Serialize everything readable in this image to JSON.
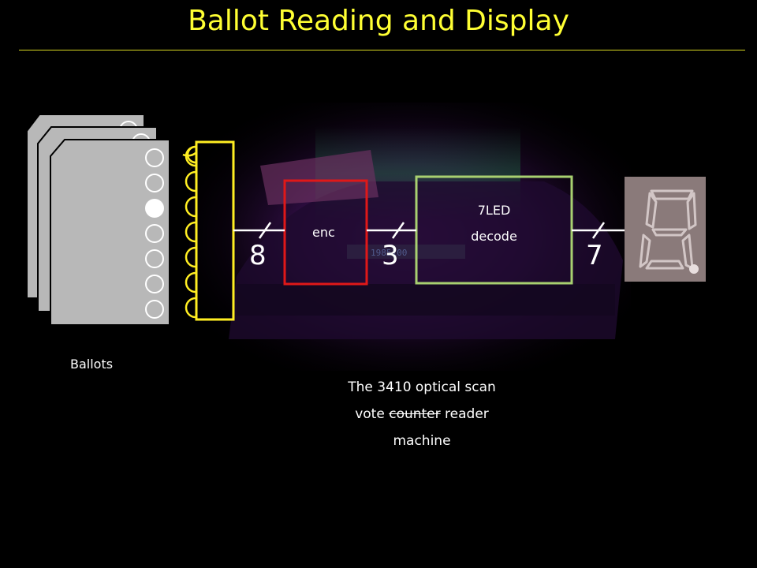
{
  "title": "Ballot Reading and Display",
  "labels": {
    "ballots": "Ballots",
    "encoder": "enc",
    "decoder_line1": "7LED",
    "decoder_line2": "decode"
  },
  "bus_widths": [
    "8",
    "3",
    "7"
  ],
  "display_digit": "8",
  "caption": {
    "line1": "The 3410 optical scan",
    "line2_before": "vote ",
    "line2_struck": "counter",
    "line2_after": " reader",
    "line3": "machine"
  },
  "colors": {
    "title": "#ffff33",
    "sensor": "#ffee22",
    "encoder_box": "#e01818",
    "decoder_box": "#a8d070",
    "ballot": "#b8b8b8",
    "display_body": "#8a7a7a"
  }
}
